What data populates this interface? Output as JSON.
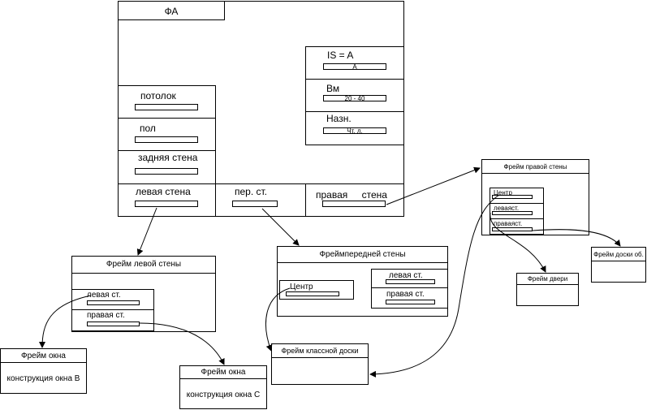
{
  "fa": {
    "title": "ФА",
    "ceiling": "потолок",
    "floor": "пол",
    "back_wall": "задняя стена",
    "left_wall": "левая стена",
    "front_wall": "пер. ст.",
    "right_wall": "правая стена",
    "is_label": "IS = A",
    "is_value": "A",
    "vm_label": "Вм",
    "vm_value": "20 - 40",
    "purpose_label": "Назн.",
    "purpose_value": "Чт. л."
  },
  "left_wall_frame": {
    "title": "Фрейм  левой стены",
    "left_slot": "левая ст.",
    "right_slot": "правая ст."
  },
  "front_wall_frame": {
    "title": "Фреймпередней стены",
    "center": "Центр",
    "left": "левая  ст.",
    "right": "правая  ст."
  },
  "right_wall_frame": {
    "title": "Фрейм  правой стены",
    "center": "Центр",
    "left": "леваяст.",
    "right": "праваяст."
  },
  "window_b": {
    "title": "Фрейм  окна",
    "body": "конструкция окна В"
  },
  "window_c": {
    "title": "Фрейм  окна",
    "body": "конструкция окна С"
  },
  "blackboard": {
    "title": "Фрейм  классной доски"
  },
  "door": {
    "title": "Фрейм  двери"
  },
  "notice_board": {
    "title": "Фрейм доски об."
  }
}
